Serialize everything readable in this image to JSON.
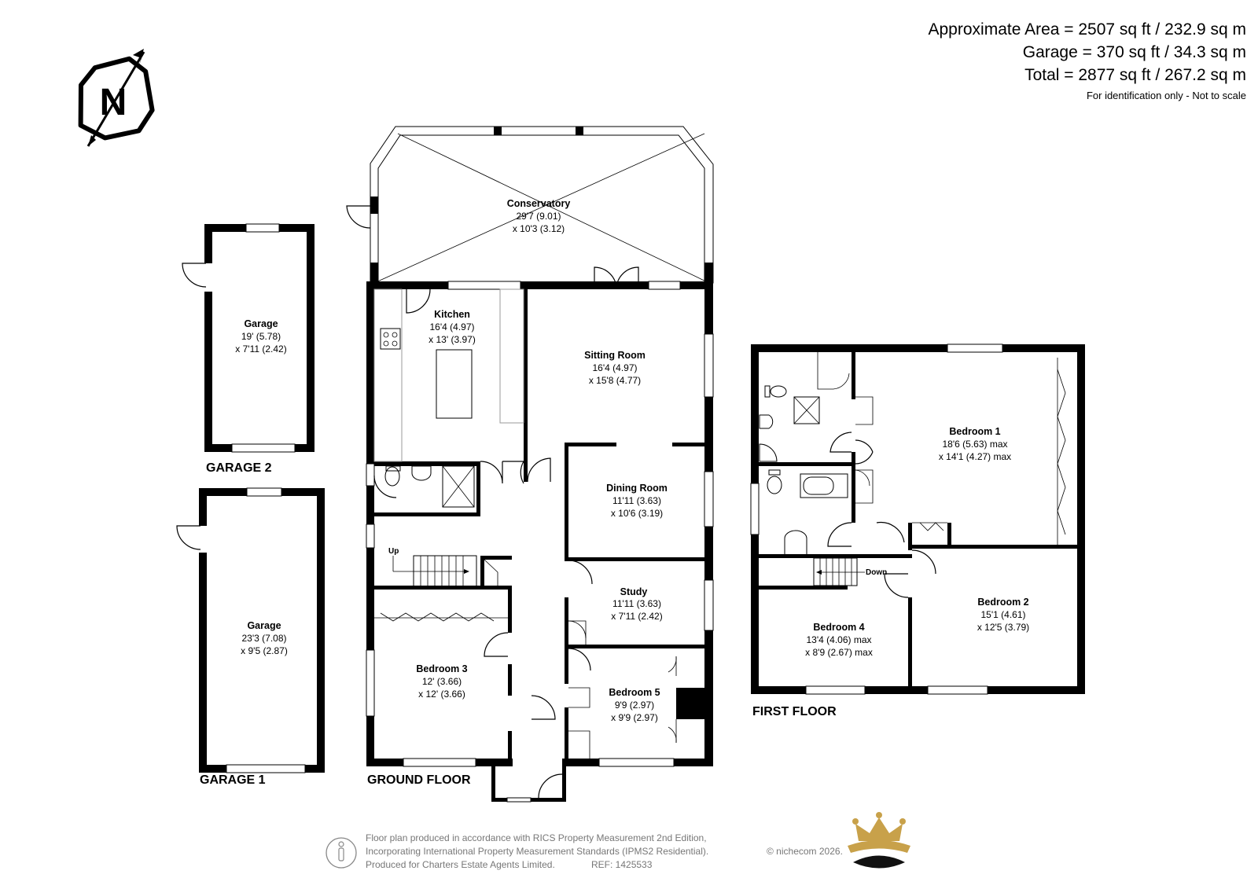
{
  "areas": {
    "approximate": "Approximate Area = 2507 sq ft / 232.9 sq m",
    "garage": "Garage = 370 sq ft / 34.3 sq m",
    "total": "Total = 2877 sq ft / 267.2 sq m",
    "note": "For identification only - Not to scale"
  },
  "compass": {
    "letter": "N",
    "icon": "north-arrow-icon"
  },
  "floors": {
    "ground": "GROUND FLOOR",
    "first": "FIRST FLOOR",
    "garage1": "GARAGE 1",
    "garage2": "GARAGE 2"
  },
  "rooms": {
    "conservatory": {
      "name": "Conservatory",
      "dim1": "29'7 (9.01)",
      "dim2": "x 10'3 (3.12)"
    },
    "kitchen": {
      "name": "Kitchen",
      "dim1": "16'4 (4.97)",
      "dim2": "x 13' (3.97)"
    },
    "sitting": {
      "name": "Sitting Room",
      "dim1": "16'4 (4.97)",
      "dim2": "x 15'8 (4.77)"
    },
    "dining": {
      "name": "Dining Room",
      "dim1": "11'11 (3.63)",
      "dim2": "x 10'6 (3.19)"
    },
    "study": {
      "name": "Study",
      "dim1": "11'11 (3.63)",
      "dim2": "x 7'11 (2.42)"
    },
    "bedroom3": {
      "name": "Bedroom 3",
      "dim1": "12' (3.66)",
      "dim2": "x 12' (3.66)"
    },
    "bedroom5": {
      "name": "Bedroom 5",
      "dim1": "9'9 (2.97)",
      "dim2": "x 9'9 (2.97)"
    },
    "garage2": {
      "name": "Garage",
      "dim1": "19' (5.78)",
      "dim2": "x 7'11 (2.42)"
    },
    "garage1": {
      "name": "Garage",
      "dim1": "23'3 (7.08)",
      "dim2": "x 9'5 (2.87)"
    },
    "bedroom1": {
      "name": "Bedroom 1",
      "dim1": "18'6 (5.63) max",
      "dim2": "x 14'1 (4.27) max"
    },
    "bedroom2": {
      "name": "Bedroom 2",
      "dim1": "15'1 (4.61)",
      "dim2": "x 12'5 (3.79)"
    },
    "bedroom4": {
      "name": "Bedroom 4",
      "dim1": "13'4 (4.06) max",
      "dim2": "x 8'9 (2.67) max"
    }
  },
  "stairs": {
    "up": "Up",
    "down": "Down"
  },
  "footer": {
    "line1": "Floor plan produced in accordance with RICS Property Measurement 2nd Edition,",
    "line2": "Incorporating International Property Measurement Standards (IPMS2 Residential).",
    "line3": "Produced for Charters Estate Agents Limited.",
    "ref": "REF: 1425533",
    "copyright": "© nichecom 2026.",
    "rics_icon": "rics-person-icon",
    "logo_icon": "crown-logo-icon"
  },
  "colors": {
    "wall": "#000000",
    "footer_text": "#777777",
    "logo_gold": "#c8a14a"
  }
}
